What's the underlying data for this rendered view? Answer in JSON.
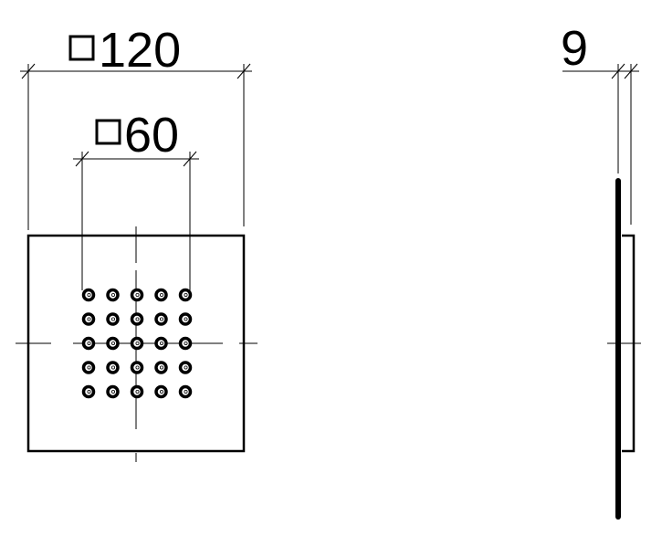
{
  "front_view": {
    "outer_dimension": "120",
    "inner_dimension": "60",
    "nozzle_grid": {
      "rows": 5,
      "cols": 5
    },
    "dimension_symbol": "square-icon"
  },
  "side_view": {
    "thickness_dimension": "9"
  },
  "colors": {
    "line": "#000000",
    "background": "#ffffff"
  }
}
